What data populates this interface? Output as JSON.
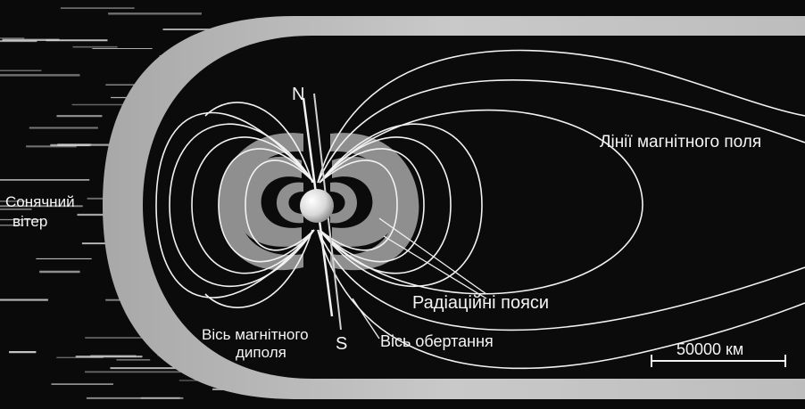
{
  "labels": {
    "solar_wind": [
      "Сонячний",
      "вітер"
    ],
    "north": "N",
    "south": "S",
    "field_lines": "Лінії магнітного поля",
    "radiation_belts": "Радіаційні пояси",
    "rotation_axis": "Вісь обертання",
    "dipole_axis": [
      "Вісь магнітного",
      "диполя"
    ],
    "scale_bar": "50000 км"
  },
  "colors": {
    "space": "#0a0a0a",
    "magnetosheath": "#b9b9b9",
    "belt": "#8f8f8f",
    "field_line": "#f2f2f2",
    "earth": "#e6e6e6",
    "wind_streak": "#cfcfcf"
  }
}
